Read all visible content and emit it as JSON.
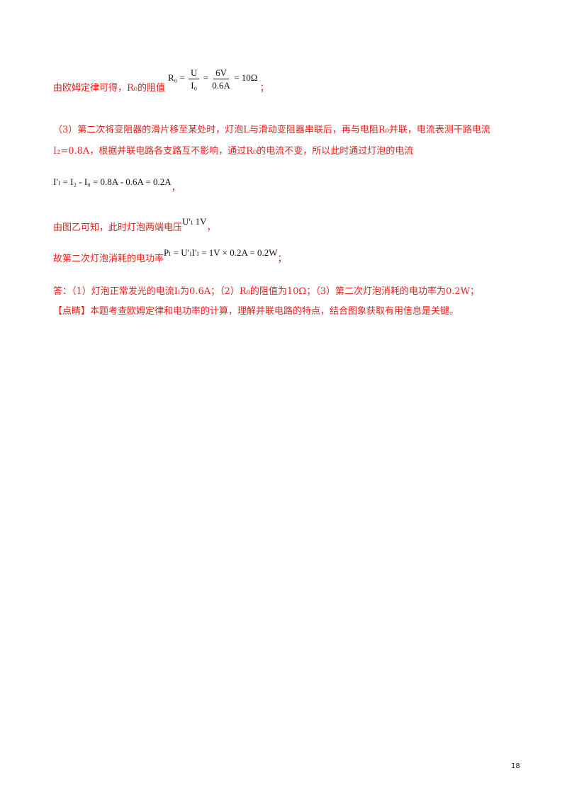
{
  "line1": {
    "text": "由欧姆定律可得，R₀的阻值",
    "formula": {
      "lhs": "R₀ =",
      "f1_num": "U",
      "f1_den": "I₀",
      "eq1": "=",
      "f2_num": "6V",
      "f2_den": "0.6A",
      "rhs": "= 10Ω"
    },
    "tail": "；"
  },
  "line2": "（3）第二次将变阻器的滑片移至某处时，灯泡L与滑动变阻器串联后，再与电阻R₀并联，电流表测干路电流",
  "line3": "I₂=0.8A，根据并联电路各支路互不影响，通过R₀的电流不变，所以此时通过灯泡的电流",
  "line4": {
    "formula": "I′ₗ = I₂ - I₀ = 0.8A - 0.6A = 0.2A",
    "tail": "，"
  },
  "line5": {
    "text": "由图乙可知，此时灯泡两端电压",
    "formula": "U′ₗ  1V",
    "tail": "，"
  },
  "line6": {
    "text": "故第二次灯泡消耗的电功率",
    "formula": "Pₗ = U′ₗI′ₗ = 1V × 0.2A = 0.2W",
    "tail": "；"
  },
  "line7": "答：（1）灯泡正常发光的电流Iₗ为0.6A；（2）R₀的阻值为10Ω；（3）第二次灯泡消耗的电功率为0.2W；",
  "line8": "【点睛】本题考查欧姆定律和电功率的计算，理解并联电路的特点，结合图象获取有用信息是关键。",
  "page_number": "18"
}
